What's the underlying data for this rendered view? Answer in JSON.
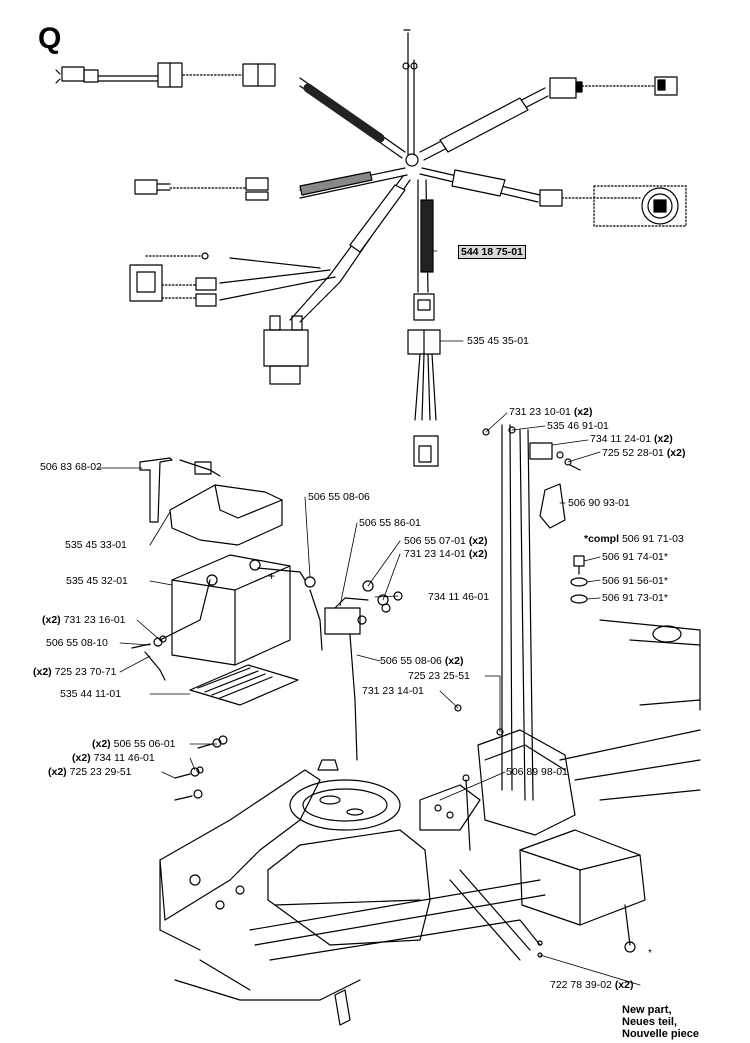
{
  "section_letter": "Q",
  "harness_part": "544 18 75-01",
  "parts": [
    {
      "id": "p1",
      "qty": "",
      "num": "535 45 35-01",
      "star": ""
    },
    {
      "id": "p2",
      "qty": "",
      "num": "731 23 10-01",
      "star": "",
      "suffix": "(x2)"
    },
    {
      "id": "p3",
      "qty": "",
      "num": "535 46 91-01",
      "star": ""
    },
    {
      "id": "p4",
      "qty": "",
      "num": "734 11 24-01",
      "star": "",
      "suffix": "(x2)"
    },
    {
      "id": "p5",
      "qty": "",
      "num": "725 52 28-01",
      "star": "",
      "suffix": "(x2)"
    },
    {
      "id": "p6",
      "qty": "",
      "num": "506 83 68-02",
      "star": ""
    },
    {
      "id": "p7",
      "qty": "",
      "num": "506 55 08-06",
      "star": ""
    },
    {
      "id": "p8",
      "qty": "",
      "num": "506 90 93-01",
      "star": ""
    },
    {
      "id": "p9",
      "qty": "",
      "num": "506 55 86-01",
      "star": ""
    },
    {
      "id": "p10",
      "qty": "",
      "num": "535 45 33-01",
      "star": ""
    },
    {
      "id": "p11",
      "qty": "",
      "num": "506 55 07-01",
      "star": "",
      "suffix": "(x2)"
    },
    {
      "id": "p12",
      "qty": "",
      "num": "731 23 14-01",
      "star": "",
      "suffix": "(x2)"
    },
    {
      "id": "p13",
      "qty": "",
      "num": "535 45 32-01",
      "star": ""
    },
    {
      "id": "p14",
      "qty": "",
      "num": "734 11 46-01",
      "star": ""
    },
    {
      "id": "p15",
      "qty": "(x2)",
      "num": "731 23 16-01",
      "star": ""
    },
    {
      "id": "p16",
      "qty": "",
      "num": "506 55 08-10",
      "star": ""
    },
    {
      "id": "p17",
      "qty": "(x2)",
      "num": "725 23 70-71",
      "star": ""
    },
    {
      "id": "p18",
      "qty": "",
      "num": "506 55 08-06",
      "star": "",
      "suffix": "(x2)"
    },
    {
      "id": "p19",
      "qty": "",
      "num": "725 23 25-51",
      "star": ""
    },
    {
      "id": "p20",
      "qty": "",
      "num": "535 44 11-01",
      "star": ""
    },
    {
      "id": "p21",
      "qty": "",
      "num": "731 23 14-01",
      "star": ""
    },
    {
      "id": "p22",
      "qty": "(x2)",
      "num": "506 55 06-01",
      "star": ""
    },
    {
      "id": "p23",
      "qty": "(x2)",
      "num": "734 11 46-01",
      "star": ""
    },
    {
      "id": "p24",
      "qty": "(x2)",
      "num": "725 23 29-51",
      "star": ""
    },
    {
      "id": "p25",
      "qty": "",
      "num": "506 89 98-01",
      "star": ""
    },
    {
      "id": "p26",
      "qty": "",
      "num": "722 78 39-02",
      "star": "",
      "suffix": "(x2)"
    },
    {
      "id": "p27",
      "qty": "*compl",
      "num": "506 91 71-03",
      "star": ""
    },
    {
      "id": "p28",
      "qty": "",
      "num": "506 91 74-01",
      "star": "*"
    },
    {
      "id": "p29",
      "qty": "",
      "num": "506 91 56-01",
      "star": "*"
    },
    {
      "id": "p30",
      "qty": "",
      "num": "506 91 73-01",
      "star": "*"
    }
  ],
  "note": [
    "New part,",
    "Neues teil,",
    "Nouvelle piece"
  ]
}
